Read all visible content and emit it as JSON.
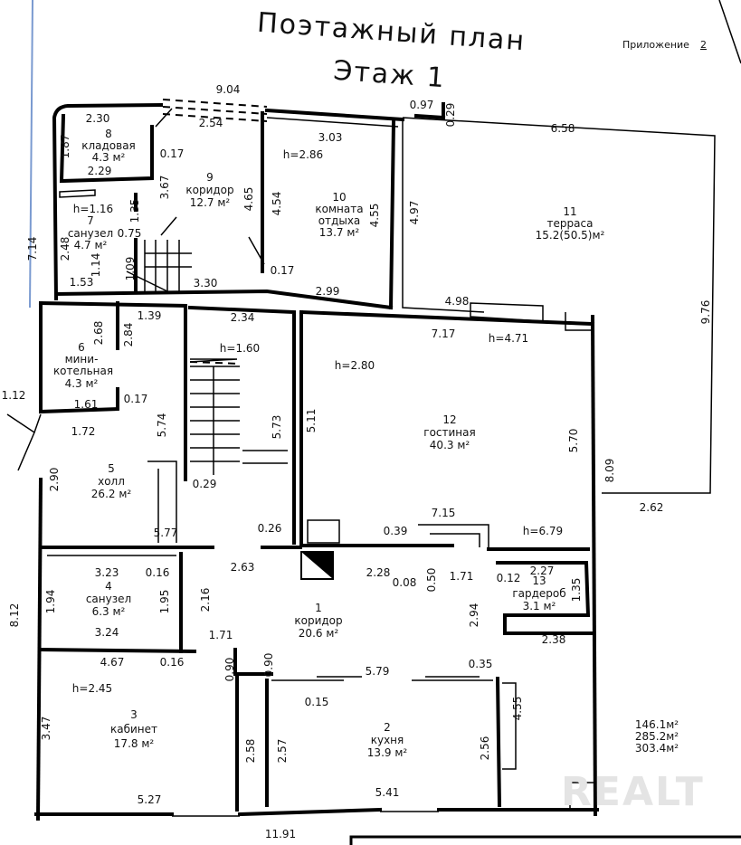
{
  "header": {
    "title": "Поэтажный план",
    "floor": "Этаж 1",
    "annex_label": "Приложение",
    "annex_number": "2"
  },
  "rooms": [
    {
      "number": "1",
      "name": "коридор",
      "area": "20.6 м²"
    },
    {
      "number": "2",
      "name": "кухня",
      "area": "13.9 м²"
    },
    {
      "number": "3",
      "name": "кабинет",
      "area": "17.8 м²"
    },
    {
      "number": "4",
      "name": "санузел",
      "area": "6.3 м²"
    },
    {
      "number": "5",
      "name": "холл",
      "area": "26.2 м²"
    },
    {
      "number": "6",
      "name": "мини-",
      "name2": "котельная",
      "area": "4.3 м²"
    },
    {
      "number": "7",
      "name": "санузел",
      "area": "4.7 м²"
    },
    {
      "number": "8",
      "name": "кладовая",
      "area": "4.3 м²"
    },
    {
      "number": "9",
      "name": "коридор",
      "area": "12.7 м²"
    },
    {
      "number": "10",
      "name": "комната",
      "name2": "отдыха",
      "area": "13.7 м²"
    },
    {
      "number": "11",
      "name": "терраса",
      "area": "15.2(50.5)м²"
    },
    {
      "number": "12",
      "name": "гостиная",
      "area": "40.3 м²"
    },
    {
      "number": "13",
      "name": "гардероб",
      "area": "3.1 м²"
    }
  ],
  "totals": [
    "146.1м²",
    "285.2м²",
    "303.4м²"
  ],
  "dimensions": [
    "9.04",
    "2.54",
    "2.30",
    "1.87",
    "2.29",
    "0.17",
    "3.67",
    "1.35",
    "h=1.16",
    "0.75",
    "2.48",
    "1.14",
    "1.09",
    "1.53",
    "3.30",
    "4.65",
    "4.54",
    "0.17",
    "3.03",
    "h=2.86",
    "4.55",
    "2.99",
    "4.97",
    "0.97",
    "0.29",
    "6.58",
    "9.76",
    "4.98",
    "7.17",
    "h=4.71",
    "7.14",
    "1.39",
    "2.68",
    "2.84",
    "0.17",
    "1.61",
    "1.72",
    "1.12",
    "5.74",
    "2.34",
    "h=1.60",
    "5.73",
    "0.29",
    "2.90",
    "5.77",
    "0.26",
    "h=2.80",
    "5.11",
    "5.70",
    "8.09",
    "2.62",
    "7.15",
    "0.39",
    "h=6.79",
    "2.63",
    "2.28",
    "0.08",
    "0.50",
    "1.71",
    "0.12",
    "2.27",
    "1.35",
    "2.94",
    "2.38",
    "3.23",
    "0.16",
    "1.94",
    "1.95",
    "2.16",
    "3.24",
    "4.67",
    "0.16",
    "1.71",
    "0.90",
    "0.90",
    "5.79",
    "0.35",
    "0.15",
    "h=2.45",
    "3.47",
    "2.58",
    "2.57",
    "2.56",
    "4.55",
    "5.27",
    "5.41",
    "11.91",
    "8.12"
  ],
  "watermark": "REALT"
}
